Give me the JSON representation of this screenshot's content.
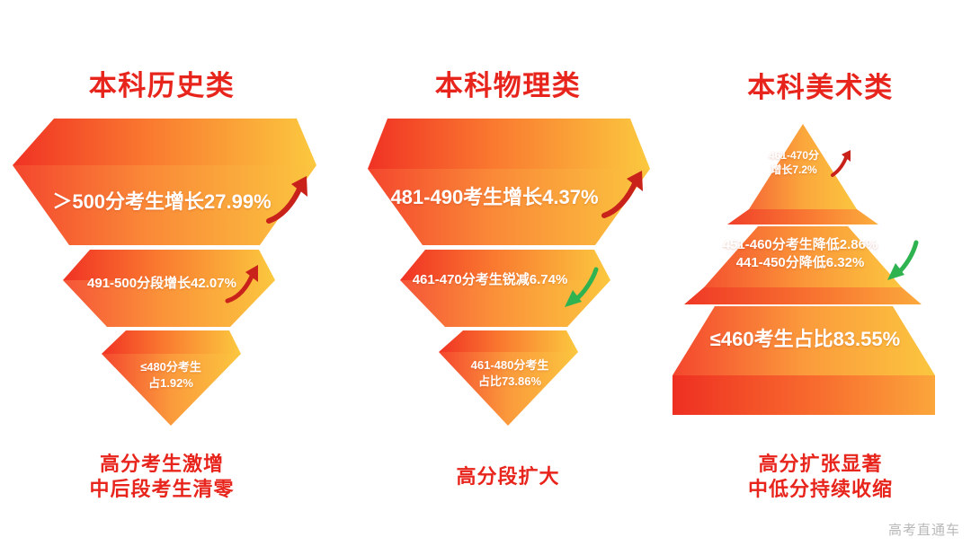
{
  "colors": {
    "title_red": "#e8251c",
    "caption_red": "#e8251c",
    "shape_red": "#f4462e",
    "shape_orange": "#fa7a33",
    "shape_yellow": "#fbc63f",
    "arrow_up_red": "#c9221a",
    "arrow_down_green": "#2fb351",
    "label_white": "#ffffff",
    "watermark_gray": "#b9b9b9",
    "background": "#ffffff"
  },
  "watermark": "高考直通车",
  "columns": [
    {
      "id": "history",
      "title": "本科历史类",
      "shape": "funnel",
      "tiers": [
        {
          "id": "history-tier-1",
          "lines": [
            "＞500分考生增长27.99%"
          ],
          "font_size": 22,
          "arrow": "up",
          "arrow_color": "#c9221a",
          "range": "＞500分",
          "metric": "增长",
          "value": "27.99%"
        },
        {
          "id": "history-tier-2",
          "lines": [
            "491-500分段增长42.07%"
          ],
          "font_size": 15,
          "arrow": "up",
          "arrow_color": "#c9221a",
          "range": "491-500分段",
          "metric": "增长",
          "value": "42.07%"
        },
        {
          "id": "history-tier-3",
          "lines": [
            "≤480分考生",
            "占1.92%"
          ],
          "font_size": 13,
          "arrow": "none",
          "arrow_color": "",
          "range": "≤480分",
          "metric": "占比",
          "value": "1.92%"
        }
      ],
      "caption_lines": [
        "高分考生激增",
        "中后段考生清零"
      ]
    },
    {
      "id": "physics",
      "title": "本科物理类",
      "shape": "funnel",
      "tiers": [
        {
          "id": "physics-tier-1",
          "lines": [
            "481-490考生增长4.37%"
          ],
          "font_size": 22,
          "arrow": "up",
          "arrow_color": "#c9221a",
          "range": "481-490",
          "metric": "增长",
          "value": "4.37%"
        },
        {
          "id": "physics-tier-2",
          "lines": [
            "461-470分考生锐减6.74%"
          ],
          "font_size": 15,
          "arrow": "down",
          "arrow_color": "#2fb351",
          "range": "461-470分",
          "metric": "锐减",
          "value": "6.74%"
        },
        {
          "id": "physics-tier-3",
          "lines": [
            "461-480分考生",
            "占比73.86%"
          ],
          "font_size": 13,
          "arrow": "none",
          "arrow_color": "",
          "range": "461-480分",
          "metric": "占比",
          "value": "73.86%"
        }
      ],
      "caption_lines": [
        "高分段扩大"
      ]
    },
    {
      "id": "art",
      "title": "本科美术类",
      "shape": "pyramid",
      "tiers": [
        {
          "id": "art-tier-1",
          "lines": [
            "461-470分",
            "增长7.2%"
          ],
          "font_size": 12,
          "arrow": "up",
          "arrow_color": "#c9221a",
          "range": "461-470分",
          "metric": "增长",
          "value": "7.2%"
        },
        {
          "id": "art-tier-2",
          "lines": [
            "451-460分考生降低2.86%",
            "441-450分降低6.32%"
          ],
          "font_size": 15,
          "arrow": "down",
          "arrow_color": "#2fb351",
          "range": "451-460分 / 441-450分",
          "metric": "降低",
          "value": "2.86% / 6.32%"
        },
        {
          "id": "art-tier-3",
          "lines": [
            "≤460考生占比83.55%"
          ],
          "font_size": 22,
          "arrow": "none",
          "arrow_color": "",
          "range": "≤460",
          "metric": "占比",
          "value": "83.55%"
        }
      ],
      "caption_lines": [
        "高分扩张显著",
        "中低分持续收缩"
      ]
    }
  ]
}
